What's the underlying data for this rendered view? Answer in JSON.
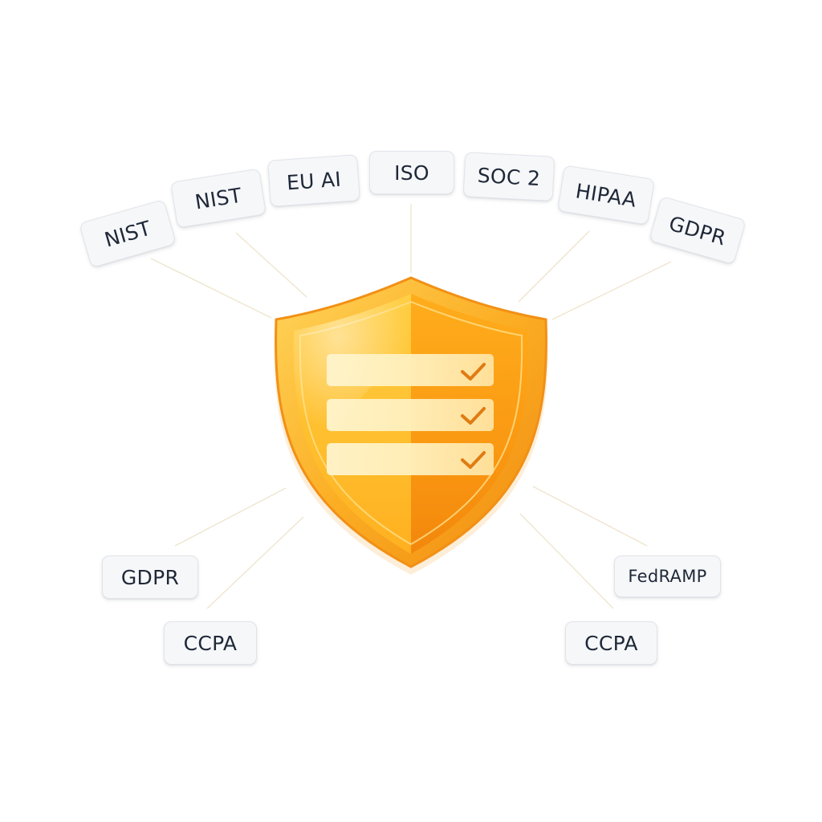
{
  "frameworks_top": [
    {
      "label": "NIST"
    },
    {
      "label": "NIST"
    },
    {
      "label": "EU AI"
    },
    {
      "label": "ISO"
    },
    {
      "label": "SOC 2"
    },
    {
      "label": "HIPAA"
    },
    {
      "label": "GDPR"
    }
  ],
  "frameworks_bottom": [
    {
      "label": "GDPR"
    },
    {
      "label": "CCPA"
    },
    {
      "label": "FedRAMP"
    },
    {
      "label": "CCPA"
    }
  ],
  "shield": {
    "icon": "shield-checklist-icon",
    "checklist_items": 3,
    "colors": {
      "light": "#ffd04a",
      "mid": "#ffb21e",
      "dark": "#f38a0e",
      "rim": "#f6a01a",
      "check": "#e07b12"
    }
  },
  "colors": {
    "badge_bg": "#f6f7f9",
    "badge_text": "#1f2838",
    "connector": "#efe6cf"
  }
}
